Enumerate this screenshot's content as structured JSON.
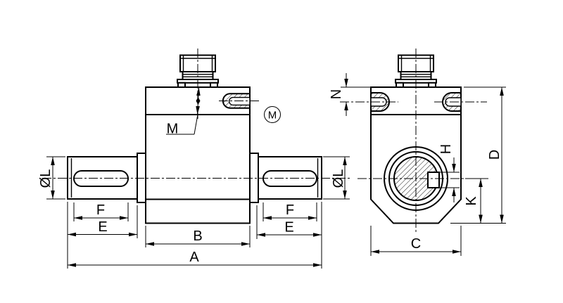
{
  "colors": {
    "background": "#ffffff",
    "line": "#000000"
  },
  "dimensions": {
    "overall_length": "A",
    "body_width": "B",
    "side_face_width": "C",
    "body_height": "D",
    "shaft_length_left": "E",
    "shaft_length_right": "E",
    "keyway_length_left": "F",
    "keyway_length_right": "F",
    "keyway_height": "H",
    "center_height": "K",
    "shaft_dia_left": "ØL",
    "shaft_dia_right": "ØL",
    "top_band_height": "M",
    "slot_offset": "N",
    "thread_callout": "M"
  }
}
